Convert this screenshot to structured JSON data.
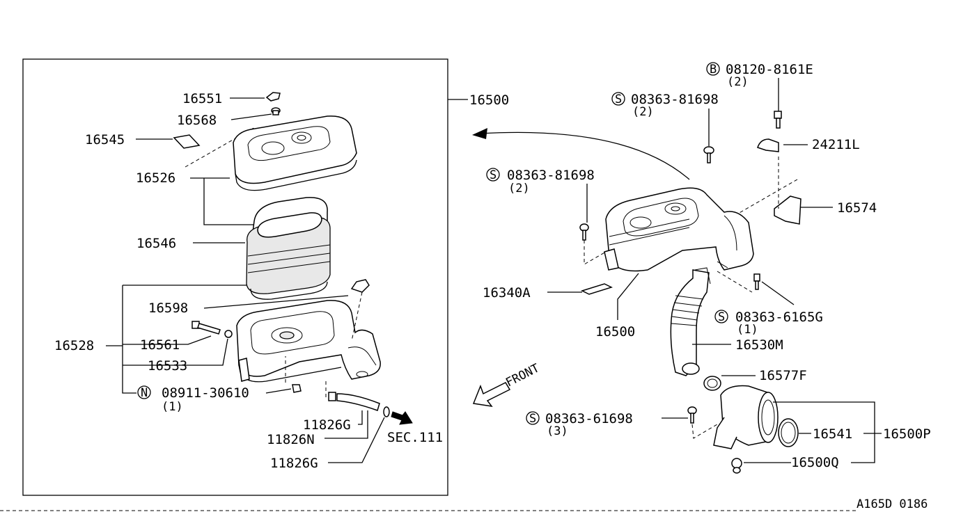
{
  "diagram": {
    "callouts": {
      "p16551": "16551",
      "p16568": "16568",
      "p16545": "16545",
      "p16526": "16526",
      "p16546": "16546",
      "p16598": "16598",
      "p16528": "16528",
      "p16561": "16561",
      "p16533": "16533",
      "n_code": "08911-30610",
      "n_qty": "(1)",
      "p11826G_a": "11826G",
      "p11826N": "11826N",
      "p11826G_b": "11826G",
      "sec111": "SEC.111",
      "p16500_box": "16500",
      "b_code": "08120-8161E",
      "b_qty": "(2)",
      "s1_code": "08363-81698",
      "s1_qty": "(2)",
      "p24211L": "24211L",
      "s2_code": "08363-81698",
      "s2_qty": "(2)",
      "p16574": "16574",
      "p16340A": "16340A",
      "p16500_right": "16500",
      "s3_code": "08363-6165G",
      "s3_qty": "(1)",
      "p16530M": "16530M",
      "front": "FRONT",
      "p16577F": "16577F",
      "s4_code": "08363-61698",
      "s4_qty": "(3)",
      "p16541": "16541",
      "p16500P": "16500P",
      "p16500Q": "16500Q",
      "drawing_no": "A165D 0186"
    },
    "symbols": {
      "n_mark": "N",
      "b_mark": "B",
      "s_mark": "S"
    }
  }
}
